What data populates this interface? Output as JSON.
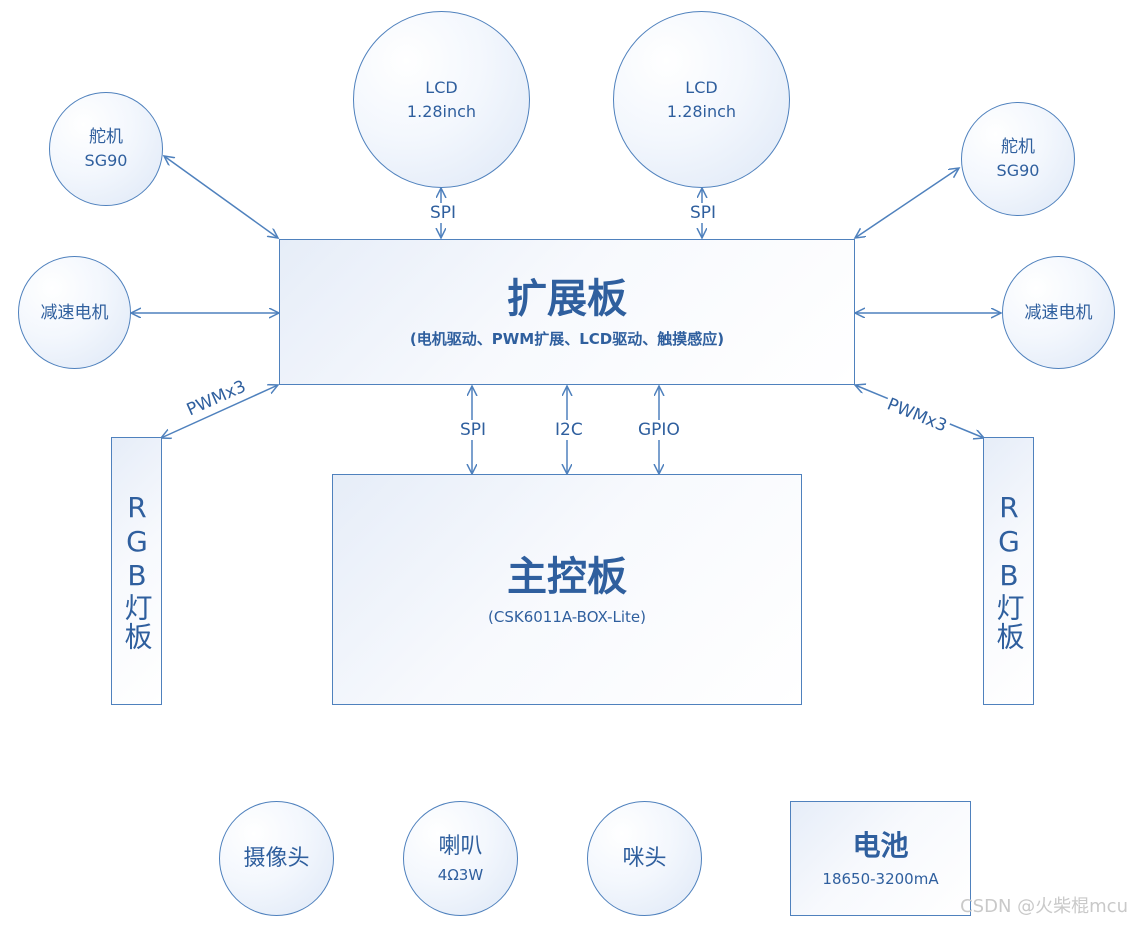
{
  "nodes": {
    "lcd_left": {
      "name": "LCD",
      "spec": "1.28inch"
    },
    "lcd_right": {
      "name": "LCD",
      "spec": "1.28inch"
    },
    "servo_left": {
      "name": "舵机",
      "spec": "SG90"
    },
    "servo_right": {
      "name": "舵机",
      "spec": "SG90"
    },
    "motor_left": {
      "name": "减速电机"
    },
    "motor_right": {
      "name": "减速电机"
    },
    "expansion_board": {
      "title": "扩展板",
      "subtitle": "(电机驱动、PWM扩展、LCD驱动、触摸感应)"
    },
    "main_board": {
      "title": "主控板",
      "subtitle": "(CSK6011A-BOX-Lite)"
    },
    "rgb_left": {
      "label": "RGB灯板"
    },
    "rgb_right": {
      "label": "RGB灯板"
    },
    "camera": {
      "name": "摄像头"
    },
    "speaker": {
      "name": "喇叭",
      "spec": "4Ω3W"
    },
    "microphone": {
      "name": "咪头"
    },
    "battery": {
      "name": "电池",
      "spec": "18650-3200mA"
    }
  },
  "connections": {
    "lcd_left_bus": "SPI",
    "lcd_right_bus": "SPI",
    "rgb_left_bus": "PWMx3",
    "rgb_right_bus": "PWMx3",
    "main_spi": "SPI",
    "main_i2c": "I2C",
    "main_gpio": "GPIO"
  },
  "colors": {
    "stroke": "#4f81bd",
    "text": "#2f5f9e",
    "fill_light": "#f3f7fd",
    "fill_edge": "#dde7f6"
  },
  "watermark": "CSDN @火柴棍mcu"
}
